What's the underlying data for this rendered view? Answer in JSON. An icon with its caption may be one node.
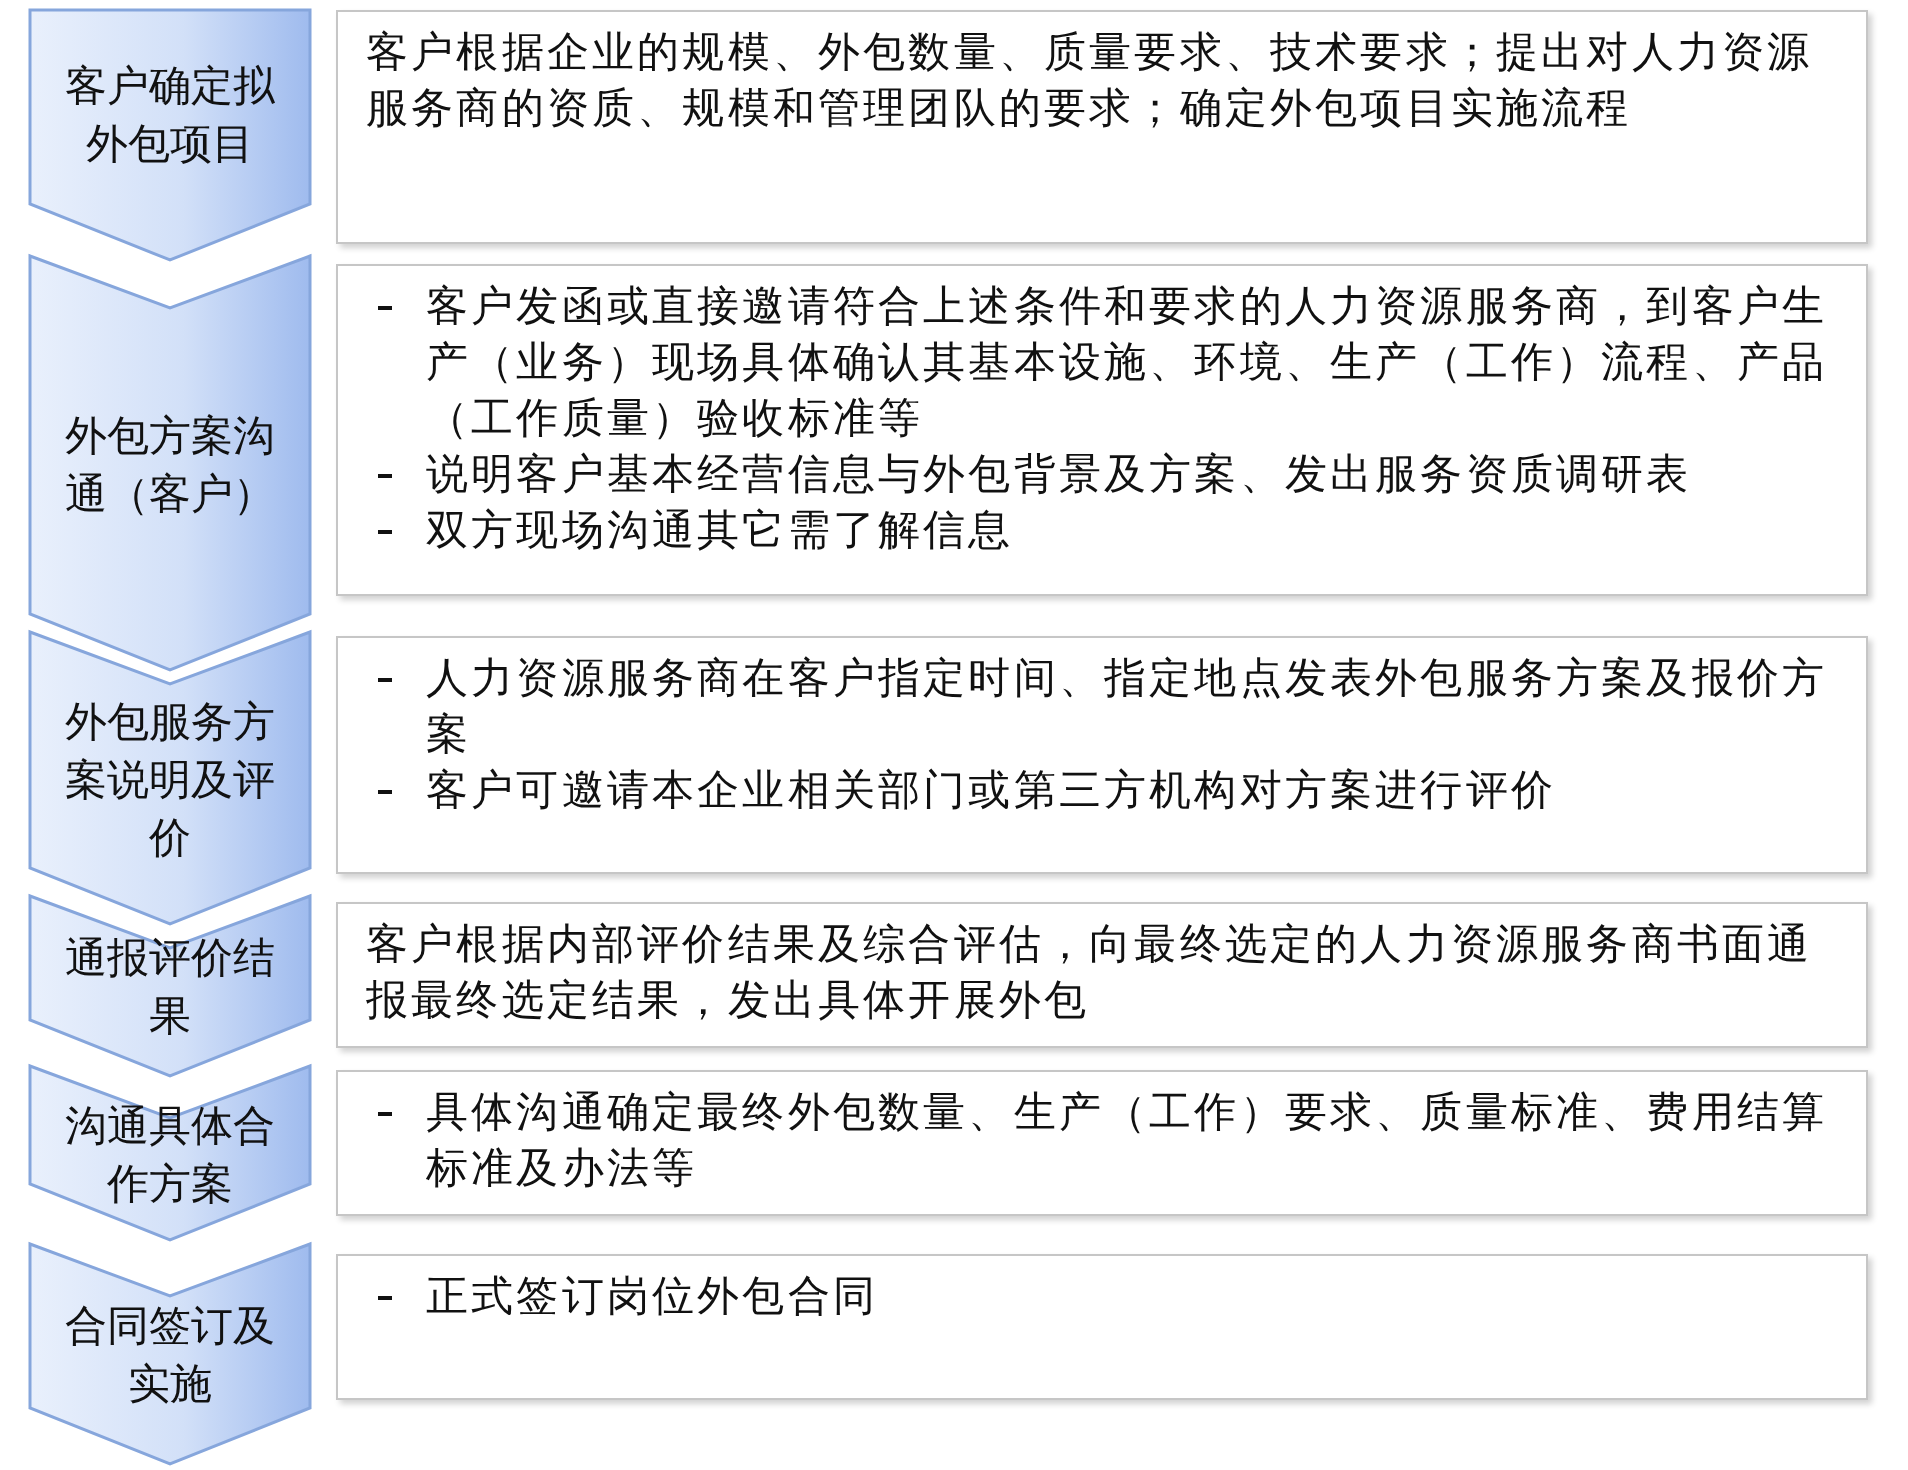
{
  "diagram": {
    "nodes": [
      {
        "text": [
          "客户确定拟外包项目"
        ]
      },
      {
        "text": [
          "客户根据企业的规模、外包数量、质量要求、技术要求；提出对人力资源服务商的资质、规模和管理团队的要求；确定外包项目实施流程"
        ]
      },
      {
        "text": [
          "外包方案沟通（客户）"
        ]
      },
      {
        "text": [
          "客户发函或直接邀请符合上述条件和要求的人力资源服务商，到客户生产（业务）现场具体确认其基本设施、环境、生产（工作）流程、产品（工作质量）验收标准等",
          "说明客户基本经营信息与外包背景及方案、发出服务资质调研表",
          "双方现场沟通其它需了解信息"
        ]
      },
      {
        "text": [
          "外包服务方案说明及评价"
        ]
      },
      {
        "text": [
          "人力资源服务商在客户指定时间、指定地点发表外包服务方案及报价方案",
          "客户可邀请本企业相关部门或第三方机构对方案进行评价"
        ]
      },
      {
        "text": [
          "通报评价结果"
        ]
      },
      {
        "text": [
          "客户根据内部评价结果及综合评估，向最终选定的人力资源服务商书面通报最终选定结果，发出具体开展外包"
        ]
      },
      {
        "text": [
          "沟通具体合作方案"
        ]
      },
      {
        "text": [
          "具体沟通确定最终外包数量、生产（工作）要求、质量标准、费用结算标准及办法等"
        ]
      },
      {
        "text": [
          "合同签订及实施"
        ]
      },
      {
        "text": [
          "正式签订岗位外包合同"
        ]
      }
    ]
  }
}
